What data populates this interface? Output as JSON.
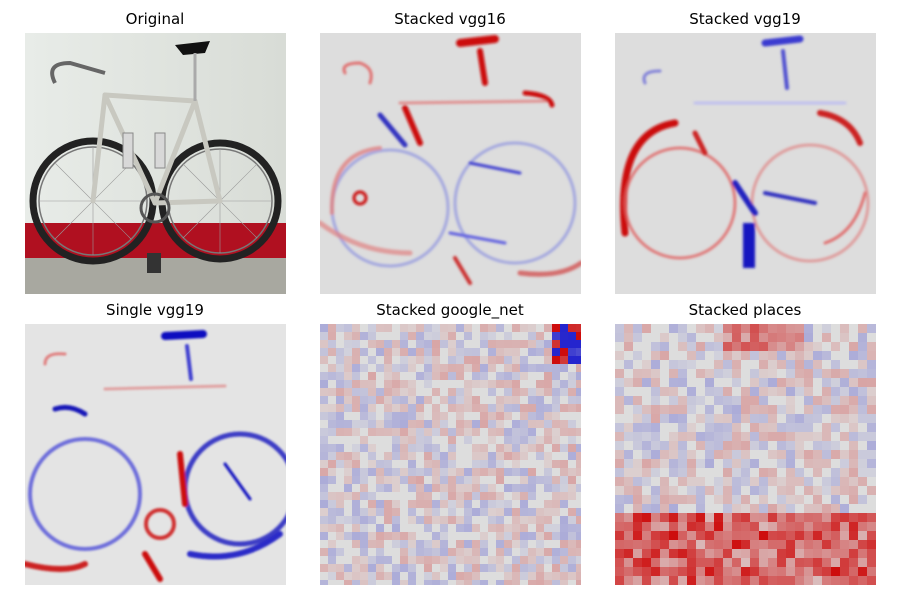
{
  "figure": {
    "panels": [
      {
        "title": "Original"
      },
      {
        "title": "Stacked vgg16"
      },
      {
        "title": "Stacked vgg19"
      },
      {
        "title": "Single vgg19"
      },
      {
        "title": "Stacked google_net"
      },
      {
        "title": "Stacked places"
      }
    ]
  },
  "colors": {
    "background": "#dcdcdc",
    "positive": "#cc0000",
    "negative": "#1a1acc"
  }
}
